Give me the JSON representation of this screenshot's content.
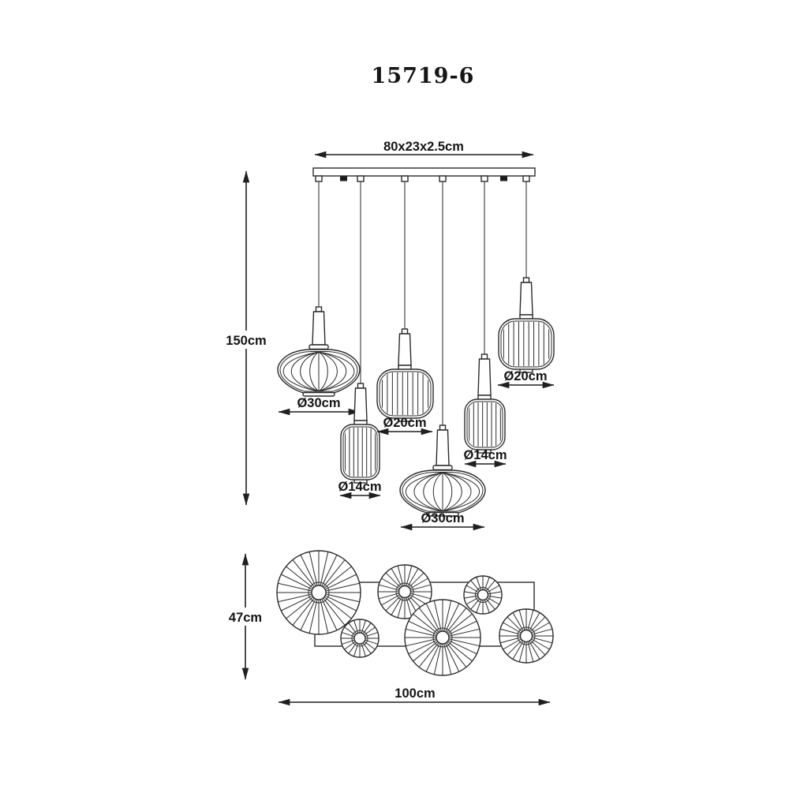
{
  "product_code": "15719-6",
  "pendant_view": {
    "canopy_dimension": "80x23x2.5cm",
    "drop_height": "150cm",
    "lamps": [
      {
        "id": "lamp-1",
        "shape": "onion-shade",
        "diameter": "Ø30cm"
      },
      {
        "id": "lamp-2",
        "shape": "ribbed-barrel",
        "diameter": "Ø14cm"
      },
      {
        "id": "lamp-3",
        "shape": "ribbed-barrel",
        "diameter": "Ø20cm"
      },
      {
        "id": "lamp-4",
        "shape": "onion-shade",
        "diameter": "Ø30cm"
      },
      {
        "id": "lamp-5",
        "shape": "ribbed-barrel",
        "diameter": "Ø14cm"
      },
      {
        "id": "lamp-6",
        "shape": "ribbed-barrel",
        "diameter": "Ø20cm"
      }
    ]
  },
  "plan_view": {
    "width": "100cm",
    "height": "47cm"
  },
  "colors": {
    "line": "#2b2b2b",
    "text": "#151515",
    "background": "#ffffff"
  }
}
